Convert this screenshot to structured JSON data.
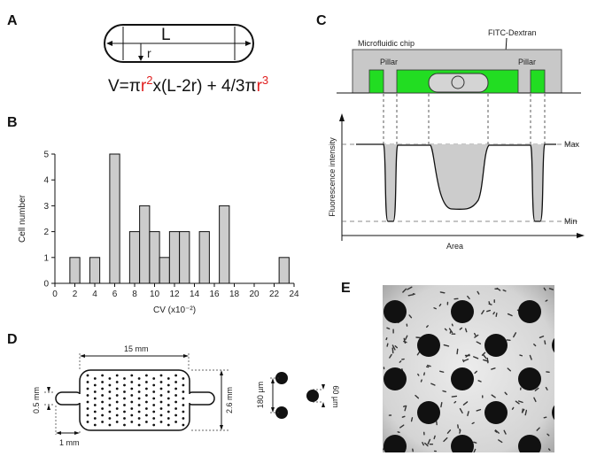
{
  "panels": {
    "a": {
      "label": "A",
      "length_label": "L",
      "radius_label": "r",
      "formula": {
        "v": "V=π",
        "r1": "r",
        "sup1": "2",
        "mid": "x(L-2r) + 4/3π",
        "r2": "r",
        "sup2": "3"
      }
    },
    "b": {
      "label": "B"
    },
    "c": {
      "label": "C",
      "chip_label": "Microfluidic chip",
      "dye_label": "FITC-Dextran",
      "pillar_label": "Pillar",
      "ylabel": "Fluorescence intensity",
      "xlabel": "Area",
      "max_label": "Max",
      "min_label": "Min",
      "fill_color": "#22dd22"
    },
    "d": {
      "label": "D",
      "width_label": "15 mm",
      "height_label": "2.6 mm",
      "channel_width_label": "0.5 mm",
      "channel_length_label": "1 mm",
      "pillar_spacing_label": "180 µm",
      "pillar_diameter_label": "60 µm"
    },
    "e": {
      "label": "E"
    }
  },
  "chart_data": {
    "type": "bar",
    "x": [
      2,
      4,
      6,
      8,
      9,
      10,
      11,
      12,
      13,
      15,
      17,
      23
    ],
    "values": [
      1,
      1,
      5,
      2,
      3,
      2,
      1,
      2,
      2,
      2,
      3,
      1
    ],
    "bar_width": 1,
    "xlabel": "CV (x10⁻²)",
    "ylabel": "Cell number",
    "xlim": [
      0,
      24
    ],
    "ylim": [
      0,
      5
    ],
    "xticks": [
      0,
      2,
      4,
      6,
      8,
      10,
      12,
      14,
      16,
      18,
      20,
      22,
      24
    ],
    "yticks": [
      0,
      1,
      2,
      3,
      4,
      5
    ],
    "bar_color": "#cccccc",
    "grid": false
  }
}
